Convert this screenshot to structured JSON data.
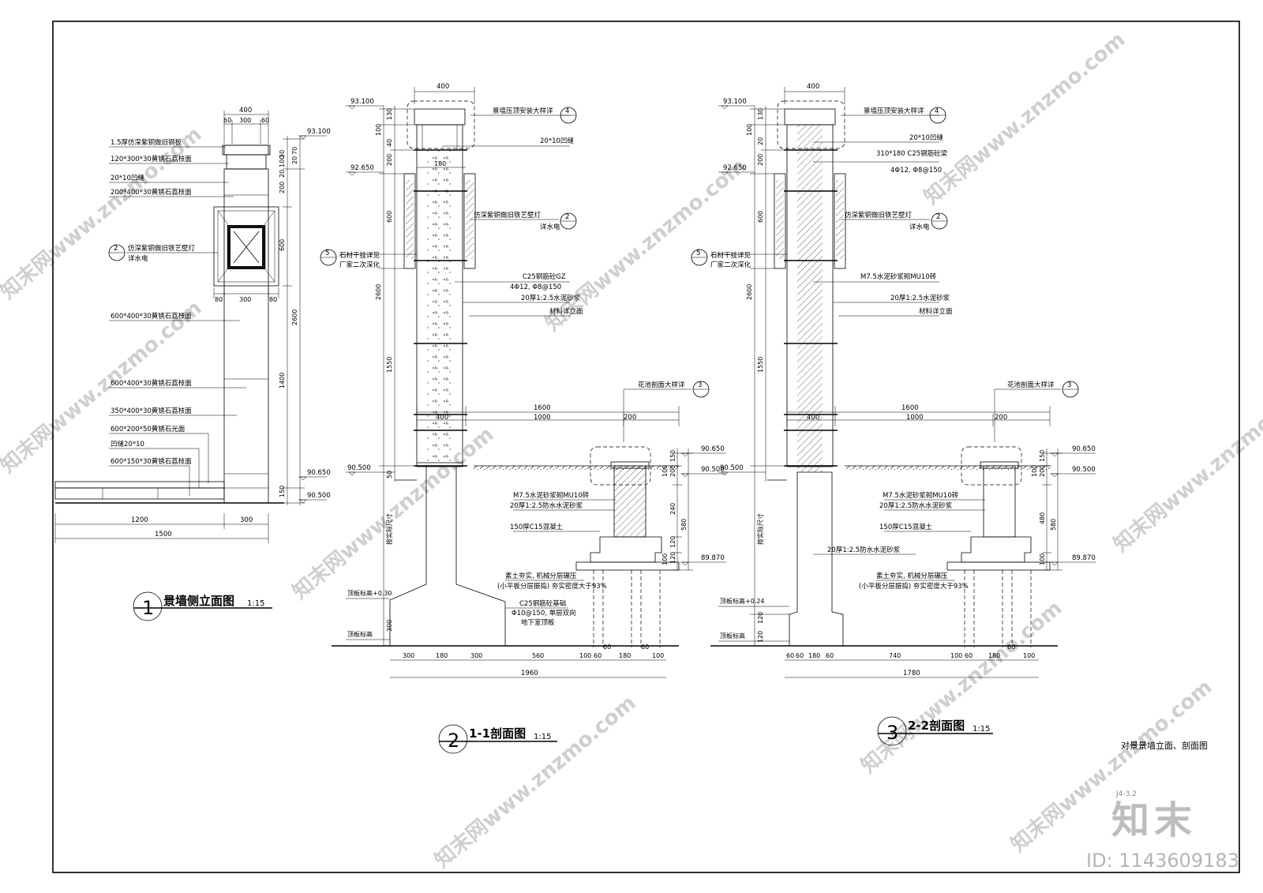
{
  "sheet_title": "对景景墙立面、剖面图",
  "sheet_number": "J4-3.2",
  "brand": "知末",
  "id_label": "ID: 1143609183",
  "watermark": "www.znzmo.com",
  "watermark_cn": "知末网",
  "view1": {
    "num": "1",
    "title": "景墙侧立面图",
    "scale": "1:15",
    "labels": [
      "1.5厚仿深紫铜做旧钢板",
      "120*300*30黄锈石荔枝面",
      "20*10凹缝",
      "200*400*30黄锈石荔枝面",
      "仿深紫铜做旧铁艺壁灯",
      "详水电",
      "600*400*30黄锈石荔枝面",
      "600*400*30黄锈石荔枝面",
      "350*400*30黄锈石荔枝面",
      "600*200*50黄锈石光面",
      "凹缝20*10",
      "600*150*30黄锈石荔枝面"
    ],
    "callout_lamp": "2",
    "dims_top": [
      "400",
      "60",
      "300",
      "60"
    ],
    "dims_mid": [
      "80",
      "300",
      "80"
    ],
    "dims_bottom": [
      "1200",
      "300",
      "1500"
    ],
    "dims_right": [
      "30",
      "20",
      "70",
      "20",
      "100",
      "200",
      "600",
      "2600",
      "1400",
      "150"
    ],
    "elev": [
      "93.100",
      "90.650",
      "90.500"
    ]
  },
  "view2": {
    "num": "2",
    "title": "1-1剖面图",
    "scale": "1:15",
    "labels": [
      "景墙压顶安装大样详",
      "20*10凹缝",
      "仿深紫铜做旧铁艺壁灯",
      "详水电",
      "石材干挂详见",
      "厂家二次深化",
      "C25钢筋砼GZ",
      "4Φ12, Φ8@150",
      "20厚1:2.5水泥砂浆",
      "材料详立面",
      "花池剖面大样详",
      "M7.5水泥砂浆砌MU10砖",
      "20厚1:2.5防水水泥砂浆",
      "150厚C15混凝土",
      "素土夯实, 机械分层碾压",
      "(小平板分层振捣) 夯实密度大于93%",
      "C25钢筋砼基础",
      "Φ10@150, 单层双向",
      "地下室顶板",
      "顶板标高+0.30",
      "顶板标高",
      "按实际尺寸"
    ],
    "callouts": [
      "4",
      "2",
      "5",
      "3"
    ],
    "dims_top": [
      "400"
    ],
    "dims_left": [
      "100",
      "130",
      "40",
      "200",
      "600",
      "2600",
      "1550",
      "50",
      "300"
    ],
    "dims_right": [
      "150",
      "100",
      "200",
      "240",
      "120",
      "120",
      "100",
      "580"
    ],
    "dims_h": [
      "180",
      "1600",
      "1000",
      "200",
      "400"
    ],
    "dims_bottom": [
      "300",
      "180",
      "300",
      "560",
      "100",
      "60",
      "60",
      "180",
      "60",
      "100",
      "1960"
    ],
    "elev": [
      "93.100",
      "92.650",
      "90.500",
      "90.650",
      "90.500",
      "89.870"
    ]
  },
  "view3": {
    "num": "3",
    "title": "2-2剖面图",
    "scale": "1:15",
    "labels": [
      "景墙压顶安装大样详",
      "20*10凹缝",
      "310*180 C25钢筋砼梁",
      "4Φ12, Φ8@150",
      "仿深紫铜做旧铁艺壁灯",
      "详水电",
      "石材干挂详见",
      "厂家二次深化",
      "M7.5水泥砂浆砌MU10砖",
      "20厚1:2.5水泥砂浆",
      "材料详立面",
      "花池剖面大样详",
      "M7.5水泥砂浆砌MU10砖",
      "20厚1:2.5防水水泥砂浆",
      "150厚C15混凝土",
      "20厚1:2.5防水水泥砂浆",
      "素土夯实, 机械分层碾压",
      "(小平板分层振捣) 夯实密度大于93%",
      "顶板标高+0.24",
      "顶板标高",
      "按实际尺寸"
    ],
    "callouts": [
      "4",
      "2",
      "5",
      "3"
    ],
    "dims_top": [
      "400"
    ],
    "dims_left": [
      "100",
      "130",
      "20",
      "200",
      "600",
      "2600",
      "1550",
      "120",
      "120"
    ],
    "dims_right": [
      "150",
      "100",
      "200",
      "480",
      "100",
      "580"
    ],
    "dims_h": [
      "1600",
      "1000",
      "200",
      "400"
    ],
    "dims_bottom": [
      "60",
      "60",
      "180",
      "60",
      "740",
      "100",
      "60",
      "180",
      "60",
      "100",
      "1780"
    ],
    "elev": [
      "93.100",
      "92.650",
      "90.500",
      "90.650",
      "90.500",
      "89.870"
    ]
  }
}
